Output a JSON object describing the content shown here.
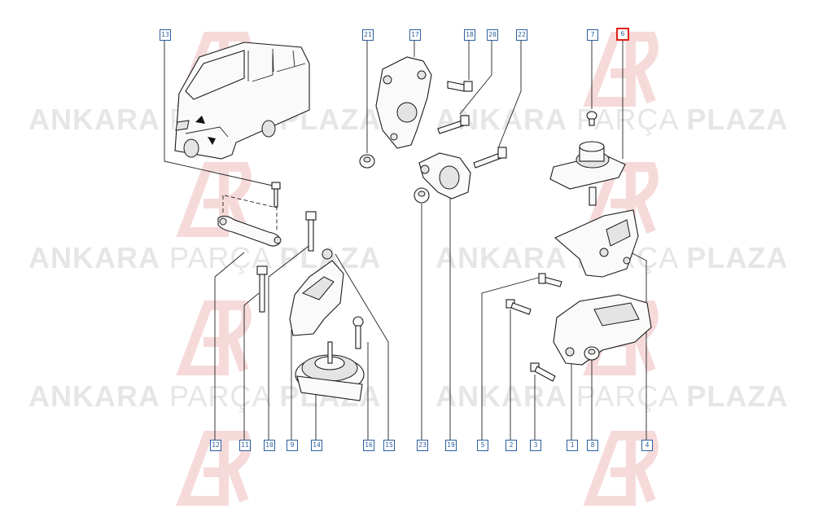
{
  "watermark": {
    "brand_bold_1": "ANKARA",
    "brand_light": "PARÇA",
    "brand_bold_2": "PLAZA",
    "logo_color": "#e8a3a3"
  },
  "callouts": {
    "c13": "13",
    "c21": "21",
    "c17": "17",
    "c18": "18",
    "c20": "20",
    "c22": "22",
    "c7": "7",
    "c6": "6",
    "c12": "12",
    "c11": "11",
    "c10": "10",
    "c9": "9",
    "c14": "14",
    "c16": "16",
    "c15": "15",
    "c23": "23",
    "c19": "19",
    "c5": "5",
    "c2": "2",
    "c3": "3",
    "c1": "1",
    "c8": "8",
    "c4": "4"
  },
  "colors": {
    "callout_border": "#2c5f9e",
    "highlight": "#e1221c"
  }
}
